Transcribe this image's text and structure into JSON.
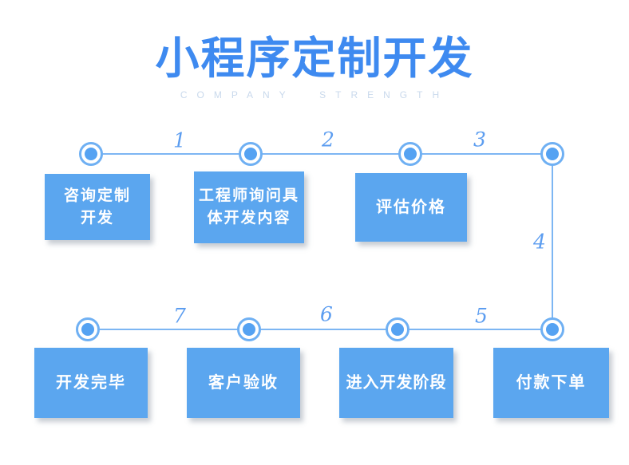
{
  "header": {
    "title": "小程序定制开发",
    "subtitle": "COMPANY  STRENGTH"
  },
  "colors": {
    "title_blue": "#3e8af0",
    "box_blue": "#5ba6ef",
    "node_dot_blue": "#55a2f2",
    "node_ring_blue": "#6fb0f3",
    "connector_line_blue": "#7db6f3",
    "step_number_blue": "#5c9df0",
    "subtitle_gray_blue": "#c9d9ec",
    "background": "#ffffff"
  },
  "flow": {
    "rows": [
      {
        "connector_numbers": [
          "1",
          "2",
          "3"
        ],
        "boxes": [
          {
            "name": "consult-custom-development",
            "lines": [
              "咨询定制",
              "开发"
            ]
          },
          {
            "name": "engineer-inquiry",
            "lines": [
              "工程师询问具",
              "体开发内容"
            ]
          },
          {
            "name": "price-evaluation",
            "lines": [
              "评估价格"
            ]
          }
        ]
      },
      {
        "connector_numbers": [
          "7",
          "6",
          "5"
        ],
        "boxes": [
          {
            "name": "development-complete",
            "lines": [
              "开发完毕"
            ]
          },
          {
            "name": "customer-acceptance",
            "lines": [
              "客户验收"
            ]
          },
          {
            "name": "enter-development-phase",
            "lines": [
              "进入开发阶段"
            ]
          },
          {
            "name": "pay-and-order",
            "lines": [
              "付款下单"
            ]
          }
        ]
      }
    ],
    "vertical_connector_number": "4"
  }
}
